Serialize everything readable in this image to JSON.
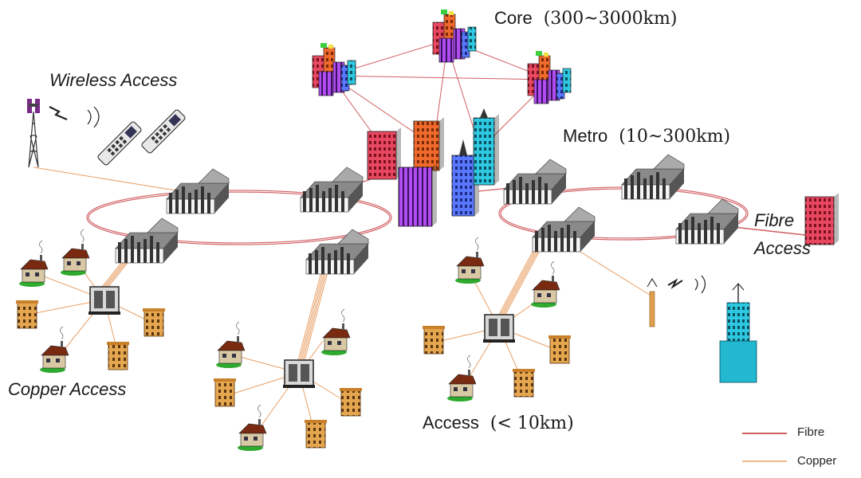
{
  "labels": {
    "core": {
      "name": "Core",
      "range": "(300~3000km)"
    },
    "metro": {
      "name": "Metro",
      "range": "(10~300km)"
    },
    "access": {
      "name": "Access",
      "range": "(< 10km)"
    },
    "wireless_access": "Wireless Access",
    "copper_access": "Copper Access",
    "fibre_access_line1": "Fibre",
    "fibre_access_line2": "Access"
  },
  "legend": [
    {
      "label": "Fibre",
      "color": "#d05f63"
    },
    {
      "label": "Copper",
      "color": "#e8a066"
    }
  ],
  "colors": {
    "fibre": "#d05f63",
    "copper": "#e8a066"
  },
  "icons": [
    "tower-icon",
    "phone-icon",
    "building-icon",
    "exchange-icon",
    "house-icon",
    "cabinet-icon",
    "antenna-icon"
  ]
}
